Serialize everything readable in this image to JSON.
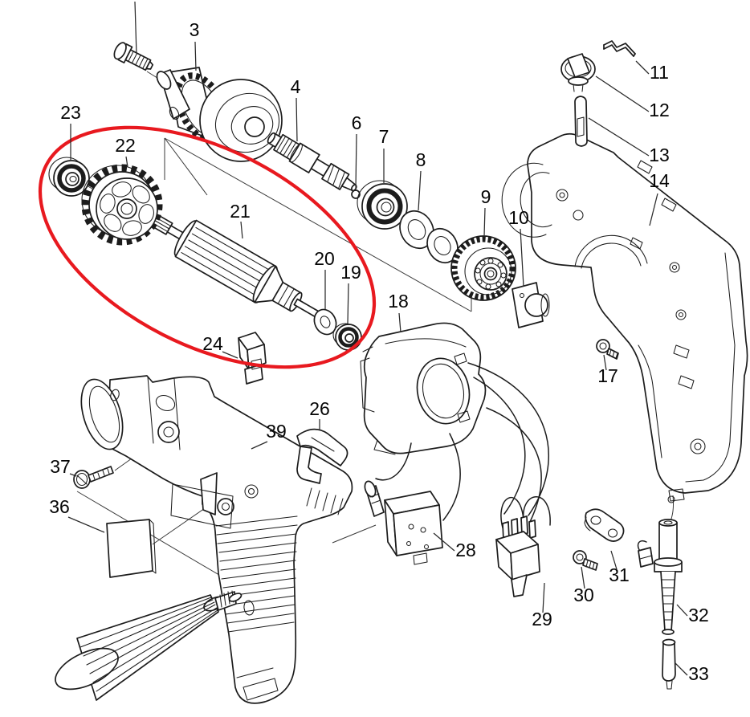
{
  "diagram": {
    "kind": "exploded parts diagram",
    "colors": {
      "highlight": "#e8191f",
      "line": "#1c1c1c",
      "background": "#ffffff"
    }
  },
  "parts": [
    {
      "label": "3"
    },
    {
      "label": "4"
    },
    {
      "label": "6"
    },
    {
      "label": "7"
    },
    {
      "label": "8"
    },
    {
      "label": "9"
    },
    {
      "label": "10"
    },
    {
      "label": "11"
    },
    {
      "label": "12"
    },
    {
      "label": "13"
    },
    {
      "label": "14"
    },
    {
      "label": "17"
    },
    {
      "label": "18"
    },
    {
      "label": "19"
    },
    {
      "label": "20"
    },
    {
      "label": "21"
    },
    {
      "label": "22"
    },
    {
      "label": "23"
    },
    {
      "label": "24"
    },
    {
      "label": "26"
    },
    {
      "label": "28"
    },
    {
      "label": "29"
    },
    {
      "label": "30"
    },
    {
      "label": "31"
    },
    {
      "label": "32"
    },
    {
      "label": "33"
    },
    {
      "label": "36"
    },
    {
      "label": "37"
    },
    {
      "label": "39"
    }
  ]
}
